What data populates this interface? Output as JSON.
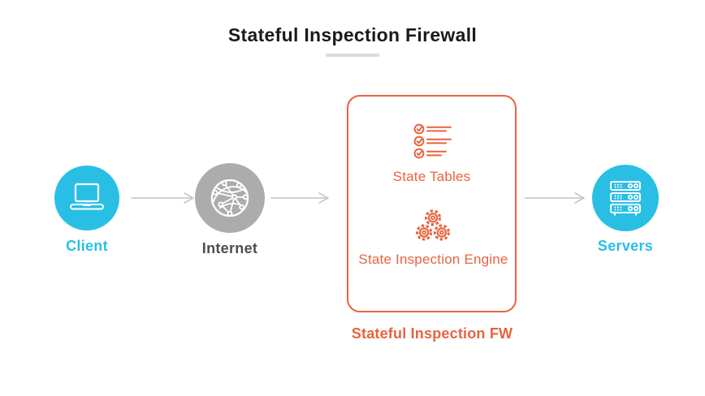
{
  "title": "Stateful Inspection Firewall",
  "nodes": {
    "client": {
      "label": "Client",
      "icon": "laptop-icon"
    },
    "internet": {
      "label": "Internet",
      "icon": "globe-network-icon"
    },
    "servers": {
      "label": "Servers",
      "icon": "server-rack-icon"
    }
  },
  "firewall": {
    "label": "Stateful Inspection FW",
    "items": [
      {
        "label": "State Tables",
        "icon": "checklist-icon"
      },
      {
        "label": "State Inspection Engine",
        "icon": "gears-icon"
      }
    ]
  },
  "colors": {
    "cyan": "#29BFE5",
    "orange": "#E8633F",
    "gray-circle": "#ACACAC",
    "arrow": "#C9C9C9",
    "title": "#1B1B1B",
    "label-dark": "#4D4D4D",
    "divider": "#DCDCDC"
  }
}
